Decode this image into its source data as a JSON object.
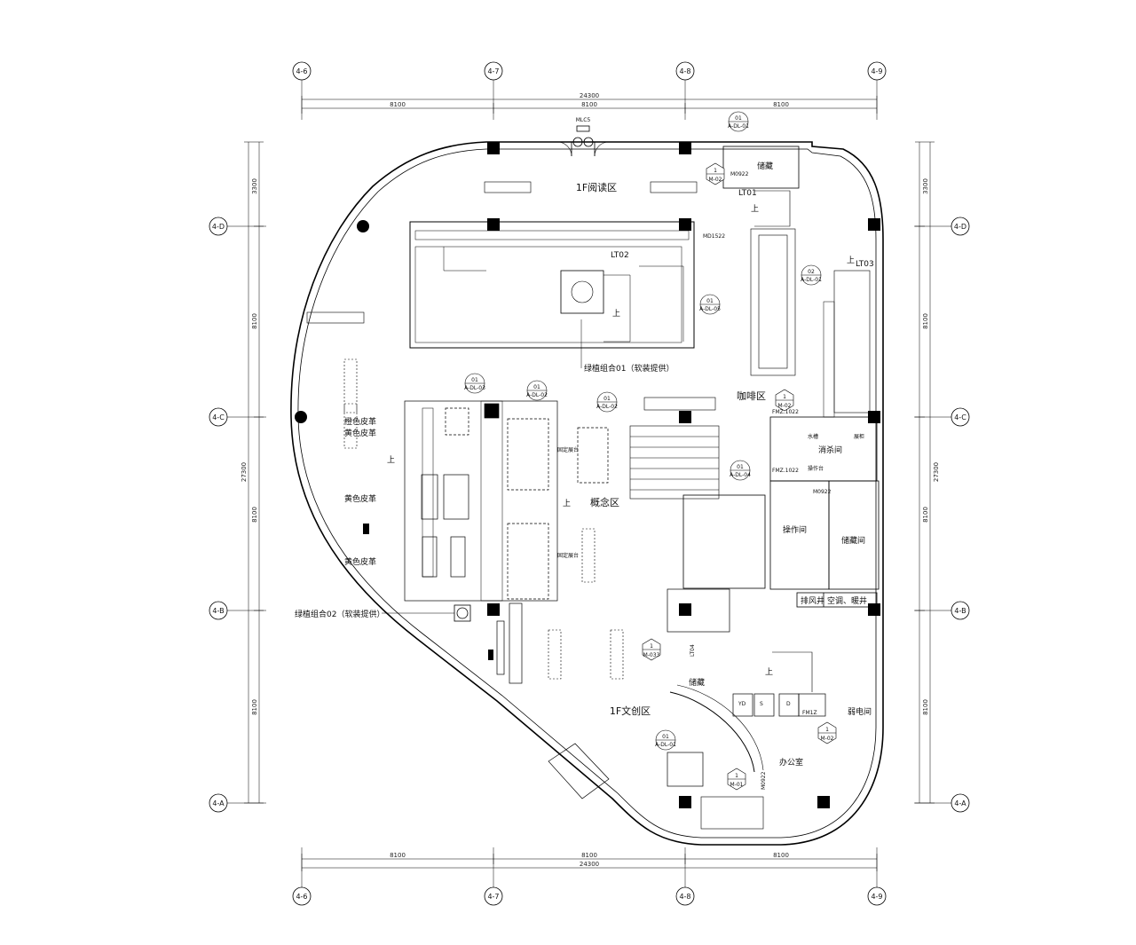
{
  "grid": {
    "columns": [
      "4-6",
      "4-7",
      "4-8",
      "4-9"
    ],
    "rows": [
      "4-D",
      "4-C",
      "4-B",
      "4-A"
    ]
  },
  "dimensions": {
    "top_total": "24300",
    "bottom_total": "24300",
    "bay": "8100",
    "side_total": "27300",
    "side_top": "3300"
  },
  "zones": {
    "reading": "1F阅读区",
    "coffee": "咖啡区",
    "concept": "概念区",
    "creative": "1F文创区",
    "storage_top": "储藏",
    "disinfect": "消杀间",
    "operation": "操作间",
    "storage_room": "储藏间",
    "storage_bottom": "储藏",
    "weak_current": "弱电间",
    "office": "办公室",
    "exhaust": "排风井",
    "hvac": "空调、暖井"
  },
  "labels": {
    "lt01": "LT01",
    "lt02": "LT02",
    "lt03": "LT03",
    "lt04": "LT04",
    "up": "上",
    "plant1": "绿植组合01（软装提供）",
    "plant2": "绿植组合02（软装提供）",
    "orange_leather": "橙色皮革",
    "yellow_leather_1": "黄色皮革",
    "yellow_leather_2": "黄色皮革",
    "yellow_leather_3": "黄色皮革",
    "fixed_shelf_1": "固定展台",
    "fixed_shelf_2": "固定展台",
    "md1522": "MD1522",
    "m0922_a": "M0922",
    "m0922_b": "M0922",
    "m0922_c": "M0922",
    "fmz1022_a": "FMZ.1022",
    "fmz1022_b": "FMZ.1022",
    "fm1z": "FM1Z",
    "mlc5": "MLC5",
    "yd": "YD",
    "s": "S",
    "d": "D",
    "wash": "水槽",
    "op_table": "操作台",
    "cabinet": "展柜"
  },
  "bubbles": [
    {
      "top": "01",
      "bottom": "A-DL-01"
    },
    {
      "top": "1",
      "bottom": "M-02"
    },
    {
      "top": "01",
      "bottom": "A-DL-05"
    },
    {
      "top": "02",
      "bottom": "A-DL-01"
    },
    {
      "top": "01",
      "bottom": "A-DL-03"
    },
    {
      "top": "01",
      "bottom": "A-DL-02"
    },
    {
      "top": "01",
      "bottom": "A-DL-02"
    },
    {
      "top": "1",
      "bottom": "M-02"
    },
    {
      "top": "01",
      "bottom": "A-DL-04"
    },
    {
      "top": "1",
      "bottom": "M-033"
    },
    {
      "top": "01",
      "bottom": "A-DL-01"
    },
    {
      "top": "1",
      "bottom": "M-01"
    },
    {
      "top": "1",
      "bottom": "M-02"
    }
  ],
  "colors": {
    "line": "#000000",
    "paper": "#ffffff"
  }
}
